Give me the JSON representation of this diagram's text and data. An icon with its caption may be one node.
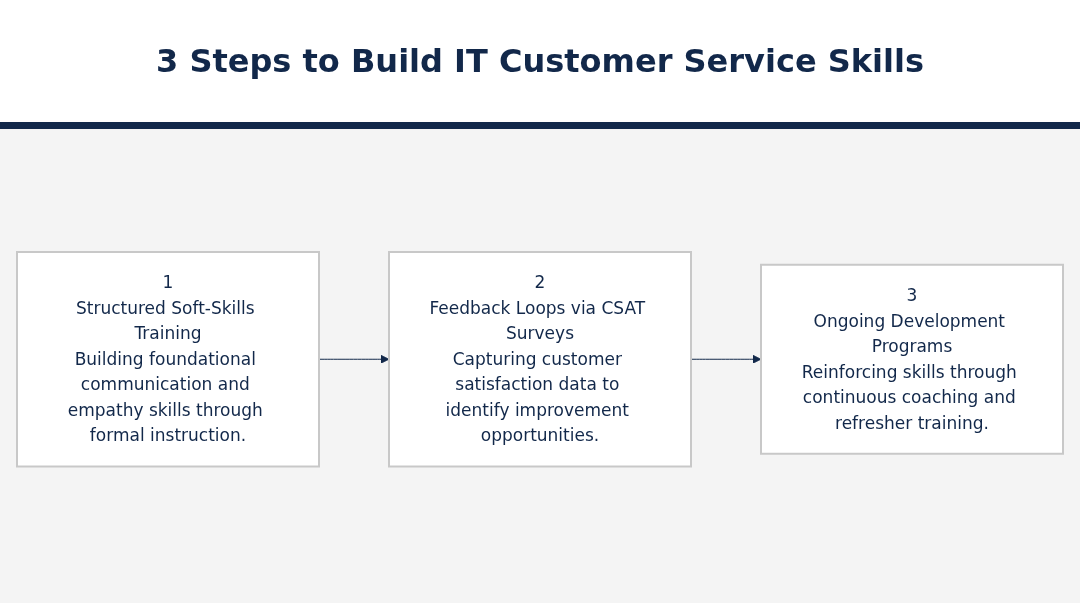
{
  "diagram": {
    "title": "3 Steps to Build IT Customer Service Skills",
    "nodes": [
      {
        "text": [
          "1",
          "Structured Soft-Skills Training",
          "Building foundational communication and empathy skills through formal instruction."
        ]
      },
      {
        "text": [
          "2",
          "Feedback Loops via CSAT Surveys",
          "Capturing customer satisfaction data to identify improvement opportunities."
        ]
      },
      {
        "text": [
          "3",
          "Ongoing Development Programs",
          "Reinforcing skills through continuous coaching and refresher training."
        ]
      }
    ],
    "edges": [
      {
        "from": 0,
        "to": 1,
        "arrow": "to"
      },
      {
        "from": 1,
        "to": 2,
        "arrow": "to"
      }
    ]
  }
}
